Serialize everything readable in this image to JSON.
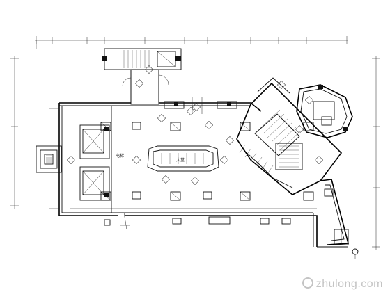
{
  "plan": {
    "room_labels": {
      "left_room": "电梯",
      "center_counter": "大堂"
    }
  },
  "watermark": {
    "text": "zhulong.com"
  }
}
